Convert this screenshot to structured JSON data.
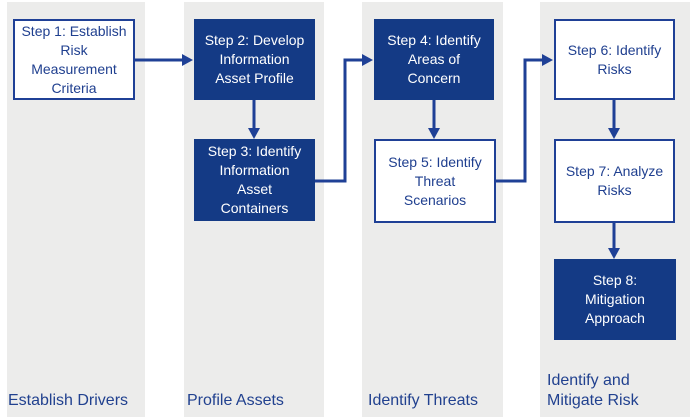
{
  "colors": {
    "box_fill_navy": "#143A85",
    "border_and_arrow_navy": "#1F4096",
    "text_on_navy": "#FFFFFF",
    "navy_text": "#1F3F8F",
    "phase_band_gray": "#ECECEB",
    "page_background": "#FFFFFF"
  },
  "phases": [
    {
      "label": "Establish Drivers"
    },
    {
      "label": "Profile Assets"
    },
    {
      "label": "Identify Threats"
    },
    {
      "label": "Identify and\nMitigate Risk"
    }
  ],
  "steps": [
    {
      "label": "Step 1: Establish\nRisk\nMeasurement\nCriteria",
      "variant": "outlined",
      "phase": "Establish Drivers"
    },
    {
      "label": "Step 2: Develop\nInformation\nAsset Profile",
      "variant": "filled",
      "phase": "Profile Assets"
    },
    {
      "label": "Step 3: Identify\nInformation\nAsset\nContainers",
      "variant": "filled",
      "phase": "Profile Assets"
    },
    {
      "label": "Step 4: Identify\nAreas of\nConcern",
      "variant": "filled",
      "phase": "Identify Threats"
    },
    {
      "label": "Step 5: Identify\nThreat\nScenarios",
      "variant": "outlined",
      "phase": "Identify Threats"
    },
    {
      "label": "Step 6: Identify\nRisks",
      "variant": "outlined",
      "phase": "Identify and Mitigate Risk"
    },
    {
      "label": "Step 7: Analyze\nRisks",
      "variant": "outlined",
      "phase": "Identify and Mitigate Risk"
    },
    {
      "label": "Step 8:\nMitigation\nApproach",
      "variant": "filled",
      "phase": "Identify and Mitigate Risk"
    }
  ],
  "connections": [
    {
      "from": "Step 1",
      "to": "Step 2"
    },
    {
      "from": "Step 2",
      "to": "Step 3"
    },
    {
      "from": "Step 3",
      "to": "Step 4"
    },
    {
      "from": "Step 4",
      "to": "Step 5"
    },
    {
      "from": "Step 5",
      "to": "Step 6"
    },
    {
      "from": "Step 6",
      "to": "Step 7"
    },
    {
      "from": "Step 7",
      "to": "Step 8"
    }
  ]
}
